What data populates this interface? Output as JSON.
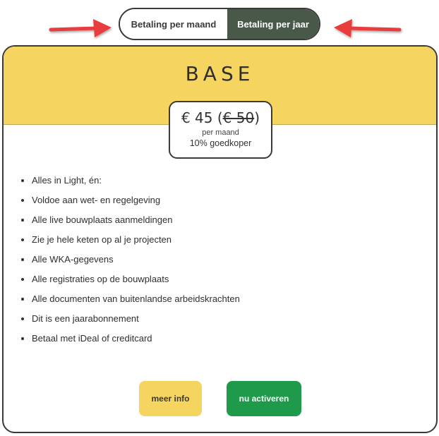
{
  "billing_toggle": {
    "monthly_label": "Betaling per maand",
    "yearly_label": "Betaling per jaar",
    "selected": "yearly"
  },
  "plan": {
    "title": "BASE",
    "price_current": "€ 45",
    "price_open_paren": "(",
    "price_old": "€ 50",
    "price_close_paren": ")",
    "period": "per maand",
    "discount": "10% goedkoper",
    "features": [
      "Alles in Light, én:",
      "Voldoe aan wet- en regelgeving",
      "Alle live bouwplaats aanmeldingen",
      "Zie je hele keten op al je projecten",
      "Alle WKA-gegevens",
      "Alle registraties op de bouwplaats",
      "Alle documenten van buitenlandse arbeidskrachten",
      "Dit is een jaarabonnement",
      "Betaal met iDeal of creditcard"
    ],
    "more_info_label": "meer info",
    "activate_label": "nu activeren"
  },
  "colors": {
    "header_yellow": "#f5d55f",
    "selected_toggle": "#485849",
    "activate_green": "#1f9a4b",
    "annotation_arrow": "#e83c3c"
  }
}
